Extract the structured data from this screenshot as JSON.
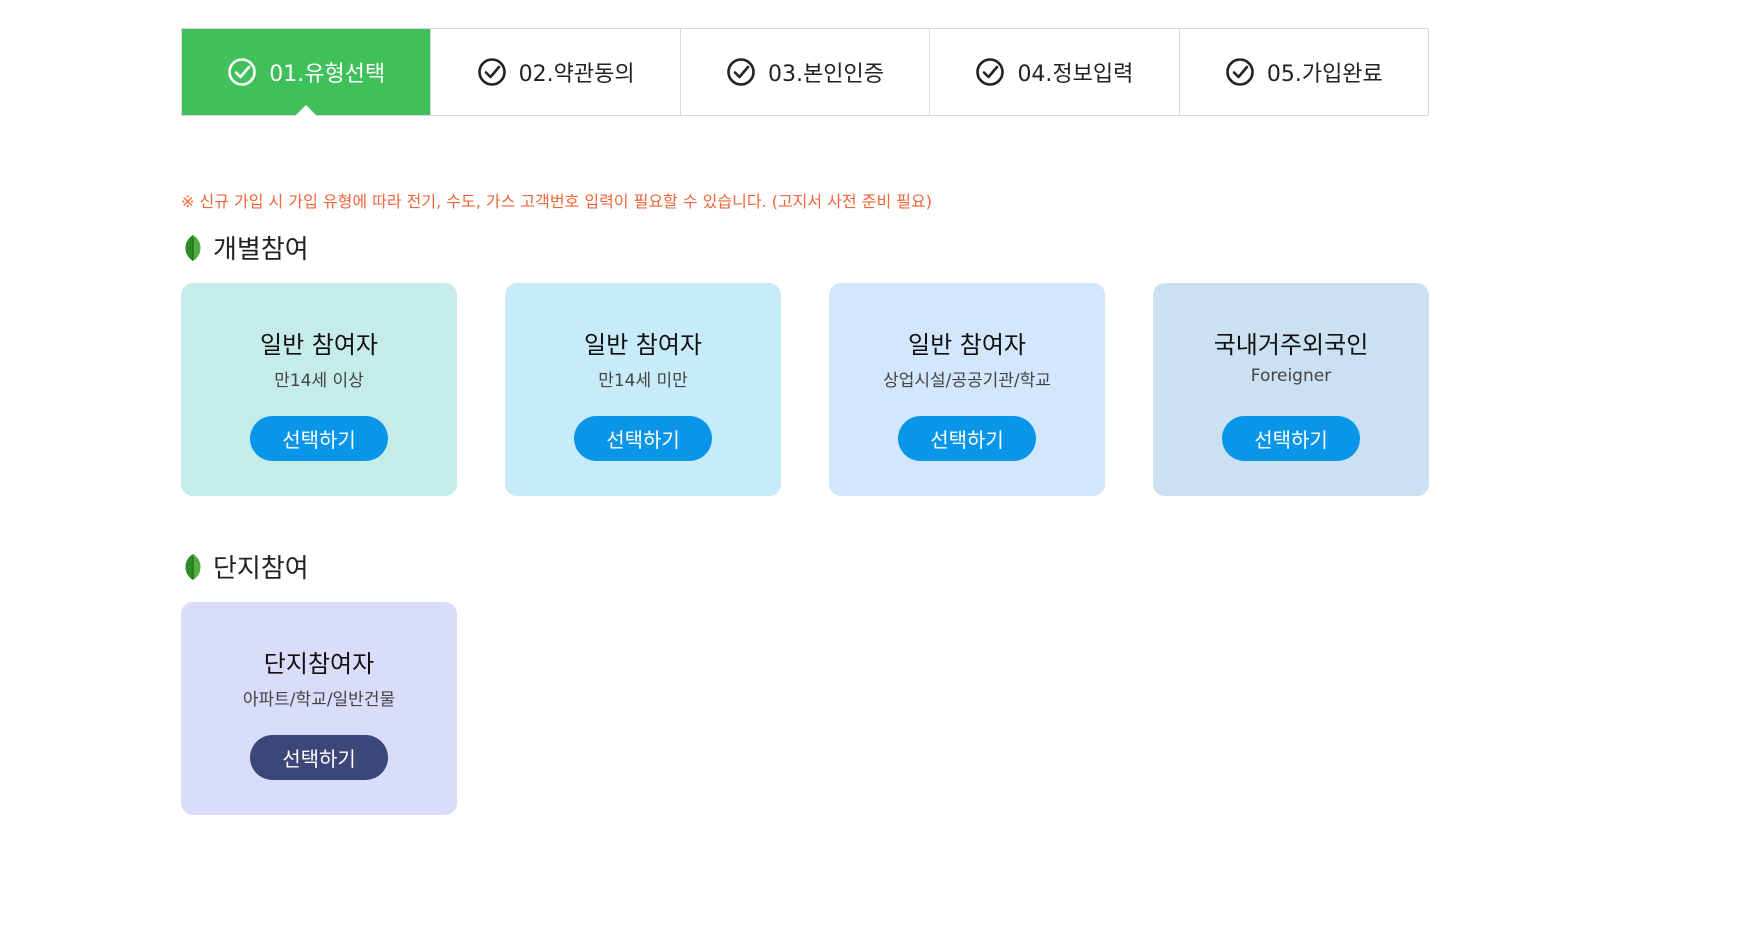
{
  "steps": [
    {
      "label": "01.유형선택",
      "active": true
    },
    {
      "label": "02.약관동의",
      "active": false
    },
    {
      "label": "03.본인인증",
      "active": false
    },
    {
      "label": "04.정보입력",
      "active": false
    },
    {
      "label": "05.가입완료",
      "active": false
    }
  ],
  "notice": "※ 신규 가입 시 가입 유형에 따라 전기, 수도, 가스 고객번호 입력이 필요할 수 있습니다. (고지서 사전 준비 필요)",
  "individual": {
    "title": "개별참여",
    "cards": [
      {
        "title": "일반 참여자",
        "sub": "만14세 이상",
        "button": "선택하기",
        "bg": "#c6ecea"
      },
      {
        "title": "일반 참여자",
        "sub": "만14세 미만",
        "button": "선택하기",
        "bg": "#c8ebf9"
      },
      {
        "title": "일반 참여자",
        "sub": "상업시설/공공기관/학교",
        "button": "선택하기",
        "bg": "#d2e6fc"
      },
      {
        "title": "국내거주외국인",
        "sub": "Foreigner",
        "button": "선택하기",
        "bg": "#cbe0f0"
      }
    ]
  },
  "complex": {
    "title": "단지참여",
    "cards": [
      {
        "title": "단지참여자",
        "sub": "아파트/학교/일반건물",
        "button": "선택하기",
        "bg": "#d9dcfb"
      }
    ]
  },
  "colors": {
    "active_step": "#40c05a",
    "notice": "#f0663a",
    "button_blue": "#0a96e8",
    "button_dark": "#3c4678"
  }
}
